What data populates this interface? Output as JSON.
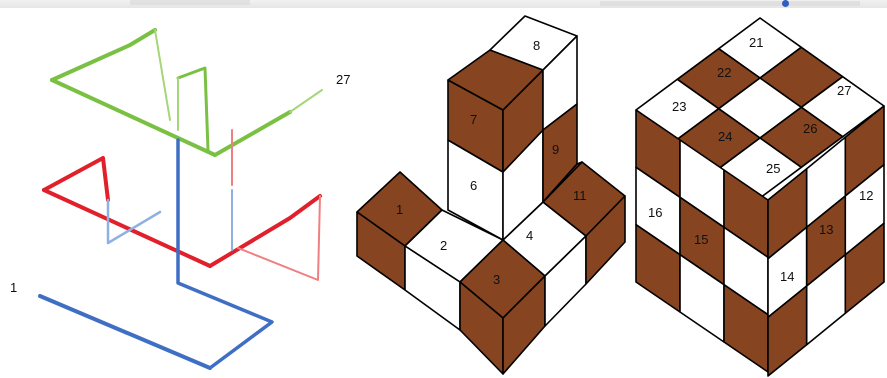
{
  "colors": {
    "brown": "#874420",
    "white": "#ffffff",
    "edge": "#000000",
    "path_green": "#7ac143",
    "path_red": "#e0202a",
    "path_blue": "#3f6fc4",
    "path_green_light": "#a6d67a",
    "path_red_light": "#f08080",
    "path_blue_light": "#8fb0e2"
  },
  "path_labels": {
    "start": "1",
    "end": "27"
  },
  "tower_labels": {
    "c1": "1",
    "c2": "2",
    "c3": "3",
    "c4": "4",
    "c6": "6",
    "c7": "7",
    "c8": "8",
    "c9": "9",
    "c11": "11"
  },
  "cube_labels": {
    "c21": "21",
    "c22": "22",
    "c23": "23",
    "c24": "24",
    "c25": "25",
    "c26": "26",
    "c27": "27",
    "c16": "16",
    "c15": "15",
    "c14": "14",
    "c13": "13",
    "c12": "12"
  }
}
